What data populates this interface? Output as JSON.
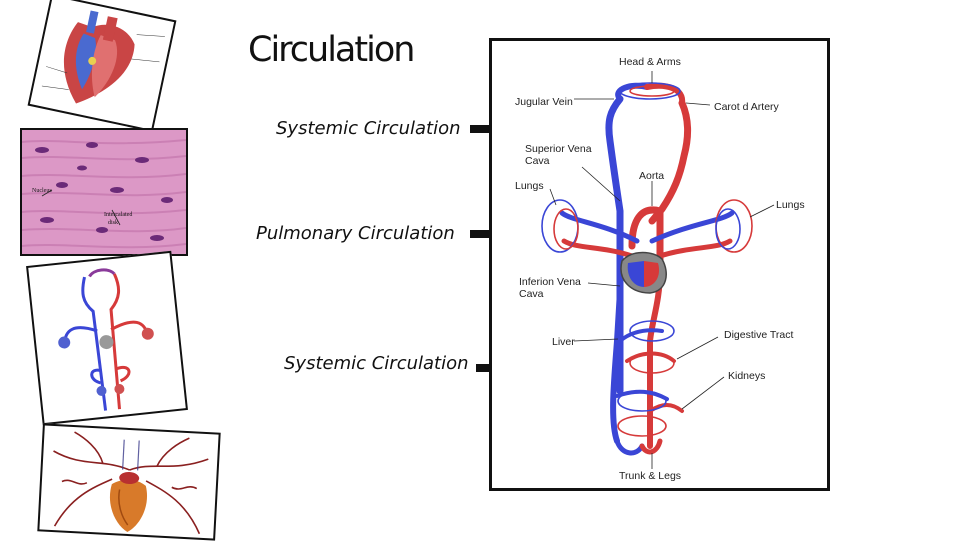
{
  "title": "Circulation",
  "labels": {
    "systemic_top": "Systemic Circulation",
    "pulmonary": "Pulmonary Circulation",
    "systemic_bottom": "Systemic Circulation"
  },
  "diagram": {
    "head_arms": "Head & Arms",
    "jugular_vein": "Jugular Vein",
    "carotid_artery": "Carot d Artery",
    "superior_vena_cava_1": "Superior Vena",
    "superior_vena_cava_2": "Cava",
    "aorta": "Aorta",
    "lungs_left": "Lungs",
    "lungs_right": "Lungs",
    "inferior_vena_cava_1": "Inferion Vena",
    "inferior_vena_cava_2": "Cava",
    "liver": "Liver",
    "digestive_tract": "Digestive Tract",
    "kidneys": "Kidneys",
    "trunk_legs": "Trunk & Legs"
  },
  "thumbs": {
    "muscle_nucleus": "Nucleus",
    "muscle_disk_1": "Intercalated",
    "muscle_disk_2": "disk"
  },
  "colors": {
    "artery_red": "#d63a3a",
    "vein_blue": "#3a46d6",
    "muscle_pink": "#d98fc0"
  }
}
